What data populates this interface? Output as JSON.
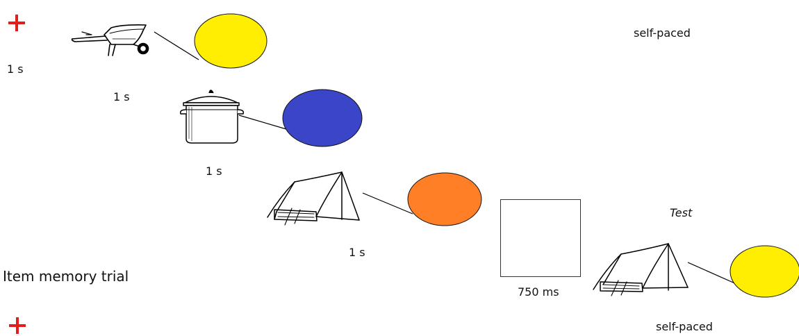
{
  "left_col": {
    "duration_top": "1 s",
    "trial_label": "Item memory trial"
  },
  "stims": [
    {
      "object": "wheelbarrow",
      "color": "#ffee00",
      "duration": "1 s"
    },
    {
      "object": "pot",
      "color": "#3b45c8",
      "duration": "1 s"
    },
    {
      "object": "tent",
      "color": "#ff7f27",
      "duration": "1 s"
    }
  ],
  "blank": {
    "duration": "750 ms"
  },
  "test": {
    "label": "Test",
    "object": "tent",
    "color": "#ffee00",
    "timing": "self-paced"
  },
  "top_timing": "self-paced",
  "fixation_color": "#e31c1c"
}
